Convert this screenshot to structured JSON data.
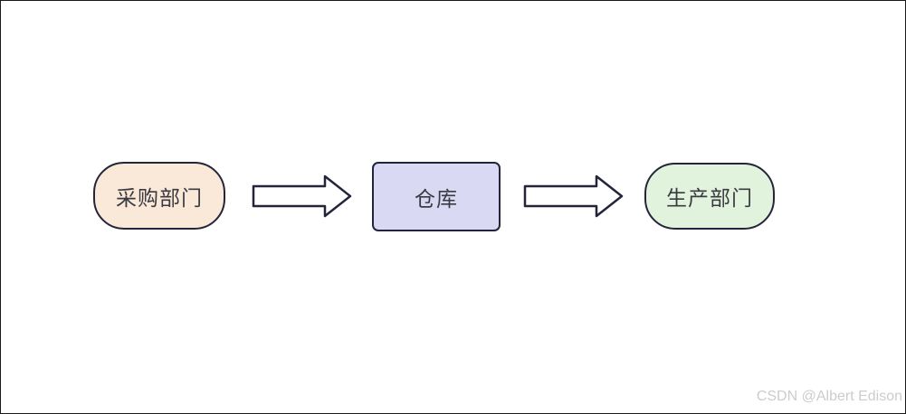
{
  "diagram": {
    "title": "materials-flow-diagram",
    "nodes": [
      {
        "label": "采购部门",
        "shape": "stadium",
        "fill": "#fae8d8",
        "border_color": "#23263a"
      },
      {
        "label": "仓库",
        "shape": "rectangle",
        "fill": "#d9d9f4",
        "border_color": "#23263a"
      },
      {
        "label": "生产部门",
        "shape": "stadium",
        "fill": "#e2f3dd",
        "border_color": "#23263a"
      }
    ],
    "flow": [
      {
        "from": "采购部门",
        "to": "仓库",
        "connector": "block-arrow-right"
      },
      {
        "from": "仓库",
        "to": "生产部门",
        "connector": "block-arrow-right"
      }
    ]
  },
  "watermark": {
    "text": "CSDN @Albert Edison",
    "color": "#cccccc"
  }
}
